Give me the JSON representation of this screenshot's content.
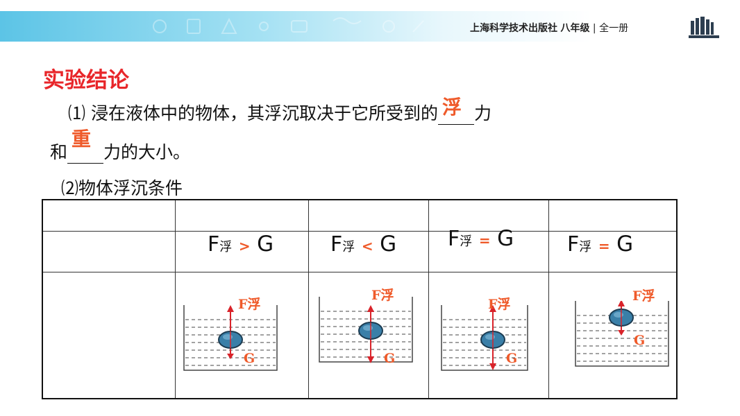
{
  "header": {
    "publisher": "上海科学技术出版社",
    "grade": "八年级",
    "separator": "|",
    "volume": "全一册"
  },
  "title": "实验结论",
  "paragraph1": {
    "part1": "⑴ 浸在液体中的物体，其浮沉取决于它所受到的",
    "answer1": "浮",
    "part2": "力",
    "part3": "和",
    "answer2": "重",
    "part4": "力的大小。"
  },
  "paragraph2": "⑵物体浮沉条件",
  "table": {
    "conditions": [
      {
        "f": "F",
        "sub": "浮",
        "op": ">",
        "g": "G"
      },
      {
        "f": "F",
        "sub": "浮",
        "op": "<",
        "g": "G"
      },
      {
        "f": "F",
        "sub": "浮",
        "op": "=",
        "g": "G"
      },
      {
        "f": "F",
        "sub": "浮",
        "op": "=",
        "g": "G"
      }
    ],
    "force_labels": {
      "buoyancy": "F浮",
      "gravity": "G"
    }
  },
  "colors": {
    "title": "#e8262a",
    "answer": "#ef5a2a",
    "arrow": "#d9232a",
    "ball": "#3a7fa8",
    "banner": "#5cc4e6"
  }
}
